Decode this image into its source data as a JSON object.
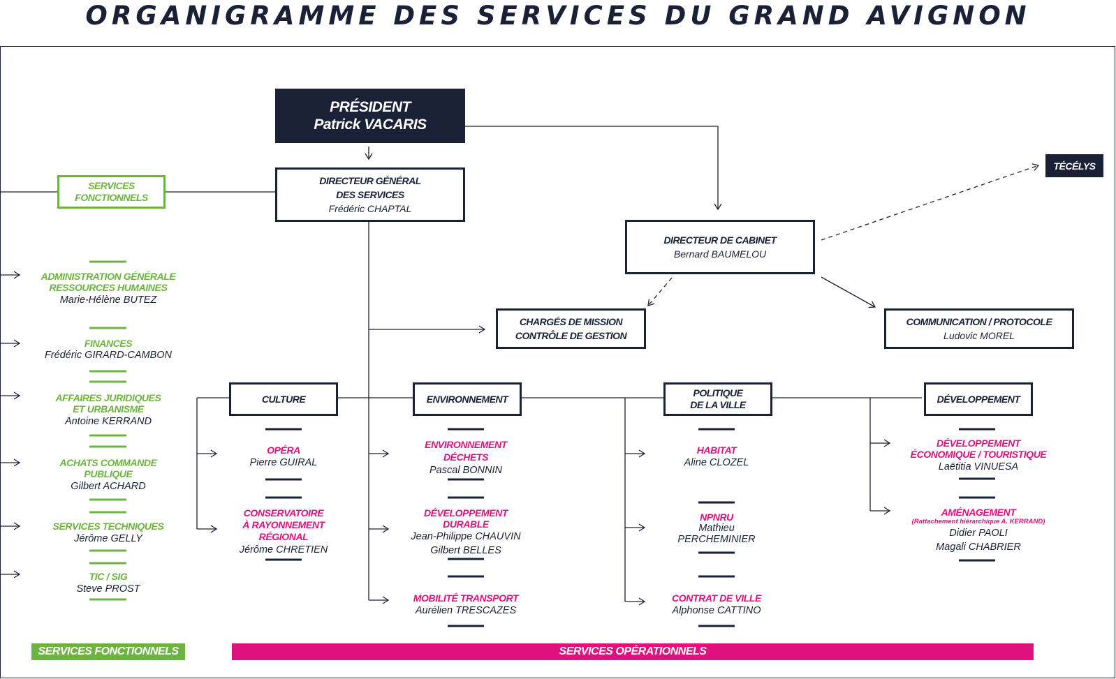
{
  "title": "ORGANIGRAMME DES SERVICES DU GRAND AVIGNON",
  "colors": {
    "navy": "#1a2035",
    "green": "#6cb33f",
    "pink": "#e0107e"
  },
  "president": {
    "label": "PRÉSIDENT",
    "name": "Patrick VACARIS"
  },
  "dgs": {
    "label": "DIRECTEUR GÉNÉRAL\nDES SERVICES",
    "name": "Frédéric CHAPTAL"
  },
  "services_fonctionnels_box": "SERVICES\nFONCTIONNELS",
  "tecelys": "TÉCÉLYS",
  "cabinet": {
    "label": "DIRECTEUR DE CABINET",
    "name": "Bernard BAUMELOU"
  },
  "charges": {
    "label": "CHARGÉS DE MISSION\nCONTRÔLE DE GESTION"
  },
  "communication": {
    "label": "COMMUNICATION / PROTOCOLE",
    "name": "Ludovic MOREL"
  },
  "functional": [
    {
      "title": "ADMINISTRATION GÉNÉRALE\nRESSOURCES HUMAINES",
      "name": "Marie-Hélène BUTEZ"
    },
    {
      "title": "FINANCES",
      "name": "Frédéric GIRARD-CAMBON"
    },
    {
      "title": "AFFAIRES JURIDIQUES\nET URBANISME",
      "name": "Antoine KERRAND"
    },
    {
      "title": "ACHATS COMMANDE\nPUBLIQUE",
      "name": "Gilbert ACHARD"
    },
    {
      "title": "SERVICES TECHNIQUES",
      "name": "Jérôme GELLY"
    },
    {
      "title": "TIC / SIG",
      "name": "Steve PROST"
    }
  ],
  "departments": {
    "culture": {
      "label": "CULTURE",
      "items": [
        {
          "title": "OPÉRA",
          "name": "Pierre GUIRAL"
        },
        {
          "title": "CONSERVATOIRE\nÀ RAYONNEMENT\nRÉGIONAL",
          "name": "Jérôme CHRETIEN"
        }
      ]
    },
    "environnement": {
      "label": "ENVIRONNEMENT",
      "items": [
        {
          "title": "ENVIRONNEMENT\nDÉCHETS",
          "name": "Pascal BONNIN"
        },
        {
          "title": "DÉVELOPPEMENT\nDURABLE",
          "name": "Jean-Philippe CHAUVIN\nGilbert BELLES"
        },
        {
          "title": "MOBILITÉ TRANSPORT",
          "name": "Aurélien TRESCAZES"
        }
      ]
    },
    "politique": {
      "label": "POLITIQUE\nDE LA VILLE",
      "items": [
        {
          "title": "HABITAT",
          "name": "Aline CLOZEL"
        },
        {
          "title": "NPNRU",
          "name": "Mathieu\nPERCHEMINIER"
        },
        {
          "title": "CONTRAT DE VILLE",
          "name": "Alphonse CATTINO"
        }
      ]
    },
    "developpement": {
      "label": "DÉVELOPPEMENT",
      "items": [
        {
          "title": "DÉVELOPPEMENT\nÉCONOMIQUE / TOURISTIQUE",
          "name": "Laëtitia VINUESA"
        },
        {
          "title": "AMÉNAGEMENT",
          "note": "(Rattachement hiérarchique A. KERRAND)",
          "name": "Didier PAOLI\nMagali CHABRIER"
        }
      ]
    }
  },
  "footer": {
    "fonctionnels": "SERVICES FONCTIONNELS",
    "operationnels": "SERVICES OPÉRATIONNELS"
  }
}
